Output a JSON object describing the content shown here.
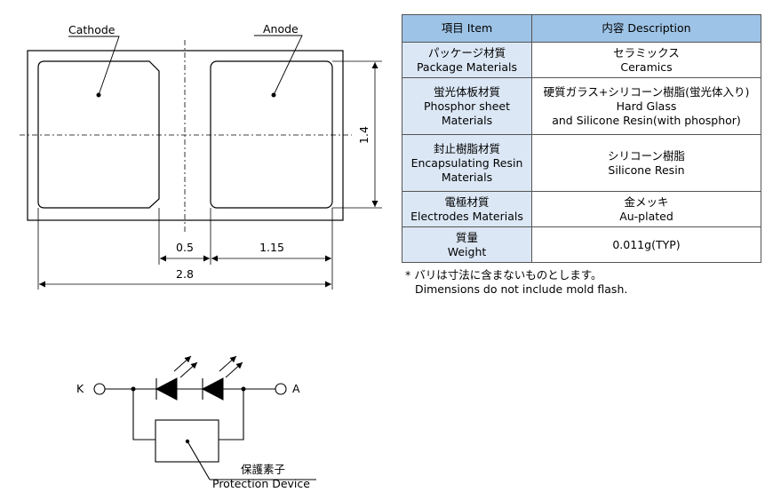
{
  "outline": {
    "cathode_label": "Cathode",
    "anode_label": "Anode",
    "dim_height": "1.4",
    "dim_gap": "0.5",
    "dim_pad": "1.15",
    "dim_width": "2.8"
  },
  "table": {
    "header_item": "項目 Item",
    "header_desc": "内容 Description",
    "rows": [
      {
        "item": [
          "パッケージ材質",
          "Package Materials"
        ],
        "desc": [
          "セラミックス",
          "Ceramics"
        ]
      },
      {
        "item": [
          "蛍光体板材質",
          "Phosphor sheet",
          "Materials"
        ],
        "desc": [
          "硬質ガラス+シリコーン樹脂(蛍光体入り)",
          "Hard Glass",
          "and Silicone Resin(with phosphor)"
        ]
      },
      {
        "item": [
          "封止樹脂材質",
          "Encapsulating Resin",
          "Materials"
        ],
        "desc": [
          "シリコーン樹脂",
          "Silicone Resin"
        ]
      },
      {
        "item": [
          "電極材質",
          "Electrodes Materials"
        ],
        "desc": [
          "金メッキ",
          "Au-plated"
        ]
      },
      {
        "item": [
          "質量",
          "Weight"
        ],
        "desc": [
          "0.011g(TYP)"
        ]
      }
    ]
  },
  "note": {
    "line1": "* バリは寸法に含まないものとします。",
    "line2": "Dimensions do not include mold flash."
  },
  "circuit": {
    "k_label": "K",
    "a_label": "A",
    "device_label_ja": "保護素子",
    "device_label_en": "Protection Device"
  }
}
